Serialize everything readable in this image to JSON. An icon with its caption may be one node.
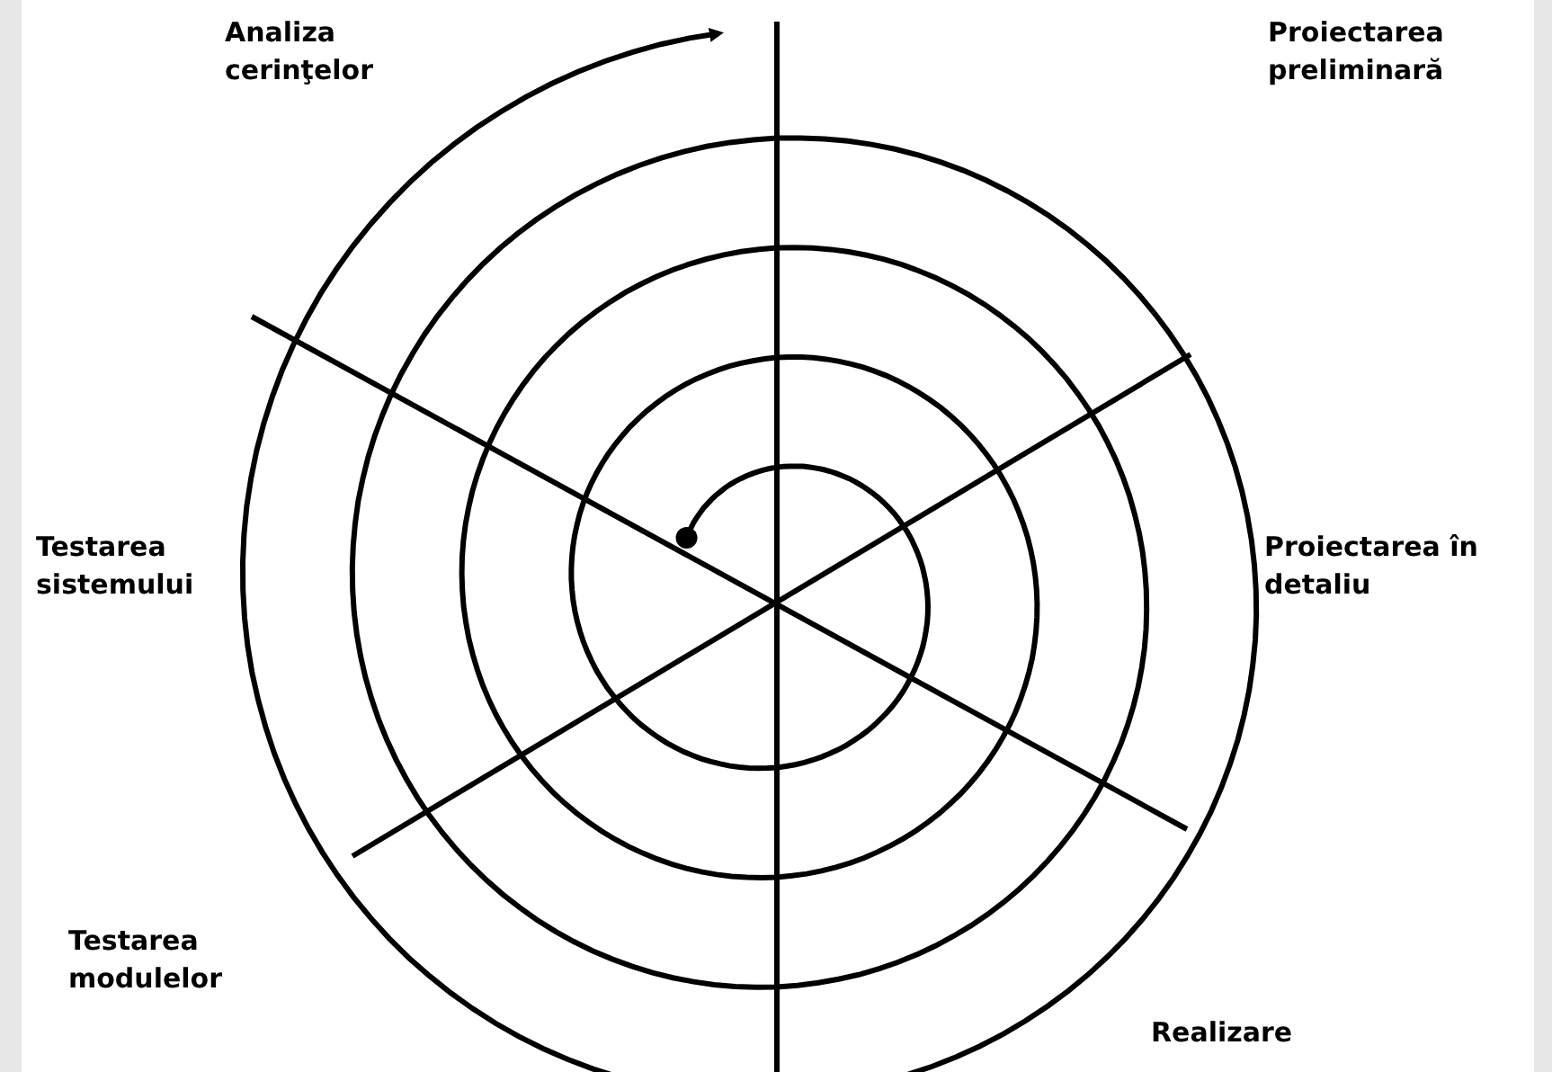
{
  "diagram": {
    "labels": [
      "Analiza cerinţelor",
      "Proiectarea preliminară",
      "Testarea sistemului",
      "Proiectarea în detaliu",
      "Testarea modulelor",
      "Realizare"
    ]
  }
}
